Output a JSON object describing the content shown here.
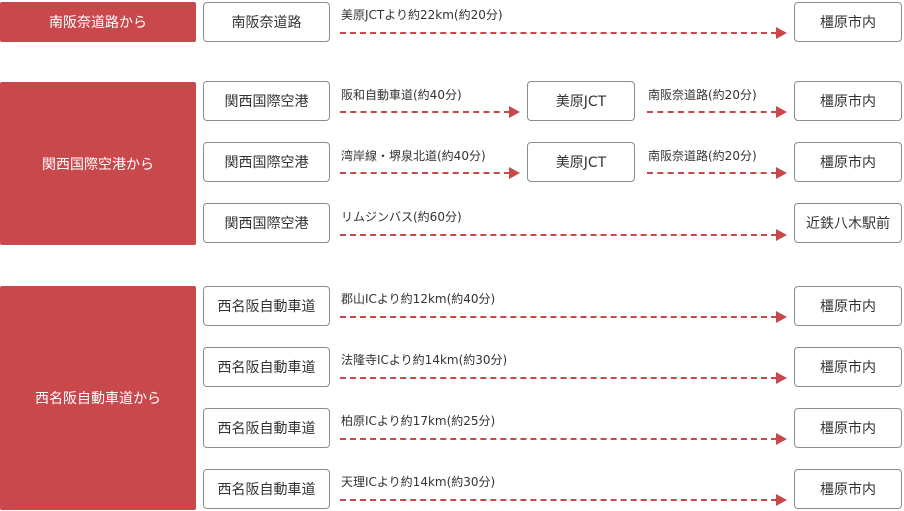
{
  "categories": {
    "hanna": "南阪奈道路から",
    "kansai": "関西国際空港から",
    "nishimeihan": "西名阪自動車道から"
  },
  "rows": [
    {
      "origin": "南阪奈道路",
      "route1": "美原JCTより約22km(約20分)",
      "destination": "橿原市内"
    },
    {
      "origin": "関西国際空港",
      "route1": "阪和自動車道(約40分)",
      "via": "美原JCT",
      "route2": "南阪奈道路(約20分)",
      "destination": "橿原市内"
    },
    {
      "origin": "関西国際空港",
      "route1": "湾岸線・堺泉北道(約40分)",
      "via": "美原JCT",
      "route2": "南阪奈道路(約20分)",
      "destination": "橿原市内"
    },
    {
      "origin": "関西国際空港",
      "route1": "リムジンバス(約60分)",
      "destination": "近鉄八木駅前"
    },
    {
      "origin": "西名阪自動車道",
      "route1": "郡山ICより約12km(約40分)",
      "destination": "橿原市内"
    },
    {
      "origin": "西名阪自動車道",
      "route1": "法隆寺ICより約14km(約30分)",
      "destination": "橿原市内"
    },
    {
      "origin": "西名阪自動車道",
      "route1": "柏原ICより約17km(約25分)",
      "destination": "橿原市内"
    },
    {
      "origin": "西名阪自動車道",
      "route1": "天理ICより約14km(約30分)",
      "destination": "橿原市内"
    }
  ],
  "colors": {
    "accent": "#c8484b",
    "border": "#8c8c8c",
    "text": "#333333"
  }
}
